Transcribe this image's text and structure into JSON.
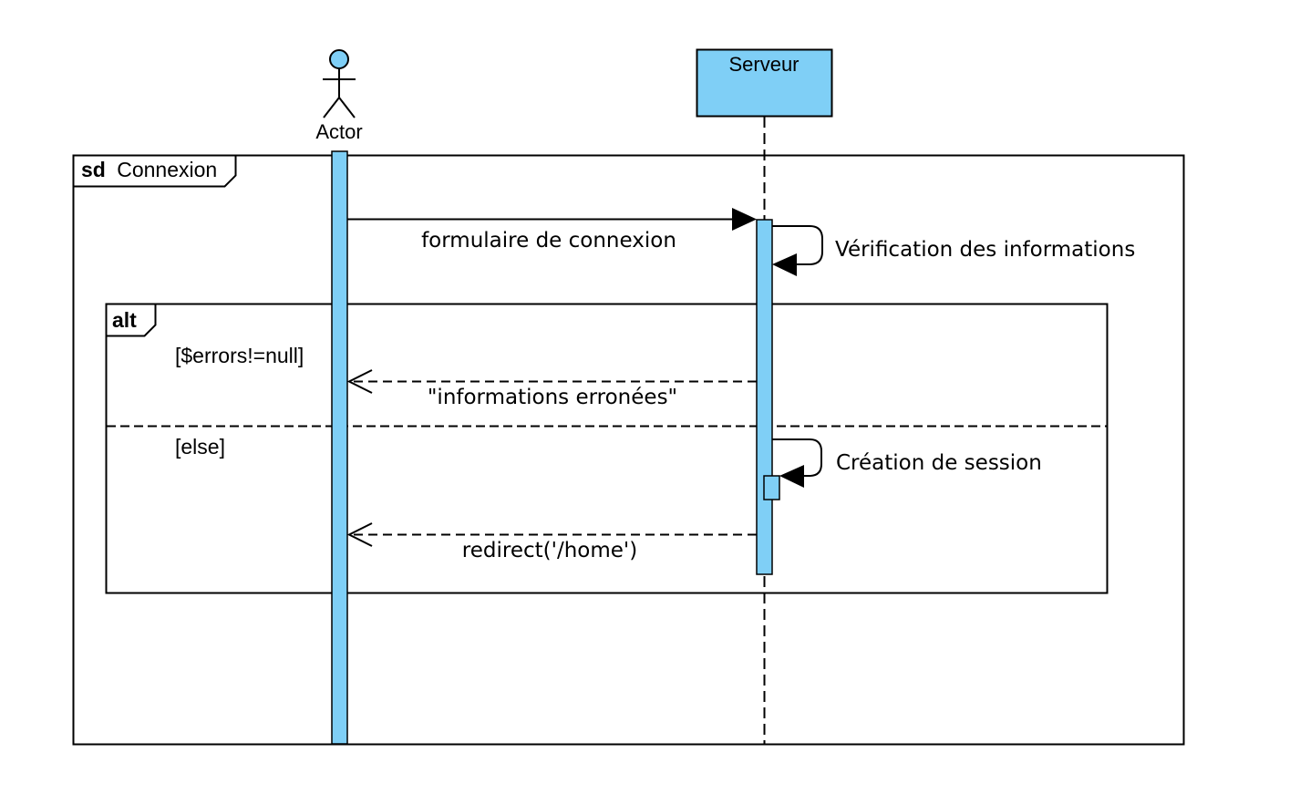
{
  "diagram": {
    "type": "uml-sequence",
    "frame": {
      "keyword": "sd",
      "name": "Connexion"
    },
    "participants": {
      "actor": {
        "label": "Actor",
        "kind": "actor"
      },
      "server": {
        "label": "Serveur",
        "kind": "object"
      }
    },
    "messages": {
      "login_form": {
        "label": "formulaire de connexion",
        "from": "Actor",
        "to": "Serveur",
        "style": "synchronous"
      },
      "verify": {
        "label": "Vérification des informations",
        "from": "Serveur",
        "to": "Serveur",
        "style": "self-call"
      },
      "error_reply": {
        "label": "\"informations erronées\"",
        "from": "Serveur",
        "to": "Actor",
        "style": "reply"
      },
      "create_session": {
        "label": "Création de session",
        "from": "Serveur",
        "to": "Serveur",
        "style": "self-call"
      },
      "redirect_reply": {
        "label": "redirect('/home')",
        "from": "Serveur",
        "to": "Actor",
        "style": "reply"
      }
    },
    "alt": {
      "keyword": "alt",
      "guard_1": "[$errors!=null]",
      "guard_2": "[else]"
    },
    "colors": {
      "lifeline_fill": "#7FCFF6",
      "stroke": "#000000",
      "background": "#FFFFFF"
    }
  }
}
